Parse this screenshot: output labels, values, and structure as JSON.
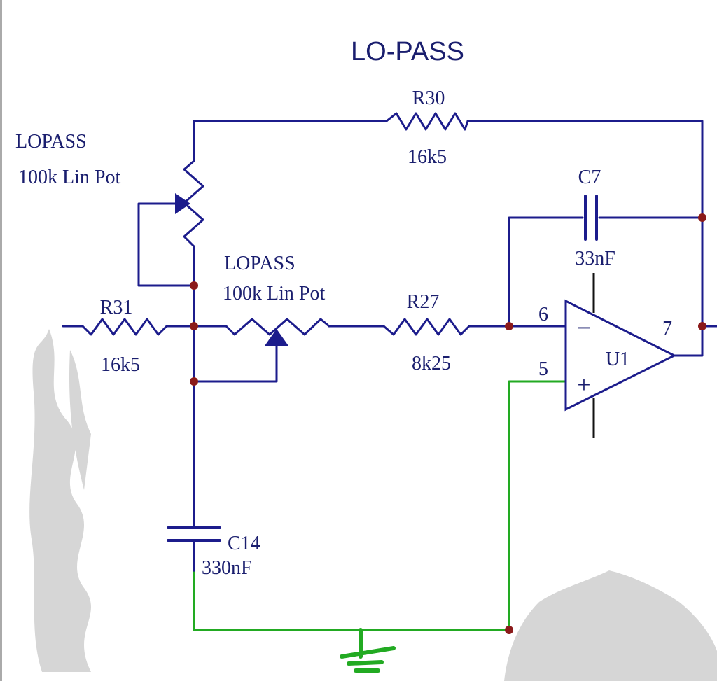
{
  "title": "LO-PASS",
  "colors": {
    "wire": "#1c1c8c",
    "ground_wire": "#22aa22",
    "junction": "#8b1a1a",
    "text": "#1a1e6e",
    "scribble": "#d6d6d6",
    "opamp_lead": "#111111"
  },
  "components": {
    "r30": {
      "ref": "R30",
      "value": "16k5"
    },
    "r31": {
      "ref": "R31",
      "value": "16k5"
    },
    "r27": {
      "ref": "R27",
      "value": "8k25"
    },
    "c7": {
      "ref": "C7",
      "value": "33nF"
    },
    "c14": {
      "ref": "C14",
      "value": "330nF"
    },
    "pot_top": {
      "ref": "LOPASS",
      "value": "100k Lin Pot"
    },
    "pot_mid": {
      "ref": "LOPASS",
      "value": "100k Lin Pot"
    },
    "u1": {
      "ref": "U1",
      "pin_inverting": "6",
      "pin_noninverting": "5",
      "pin_output": "7",
      "minus_sign": "−",
      "plus_sign": "+"
    }
  }
}
